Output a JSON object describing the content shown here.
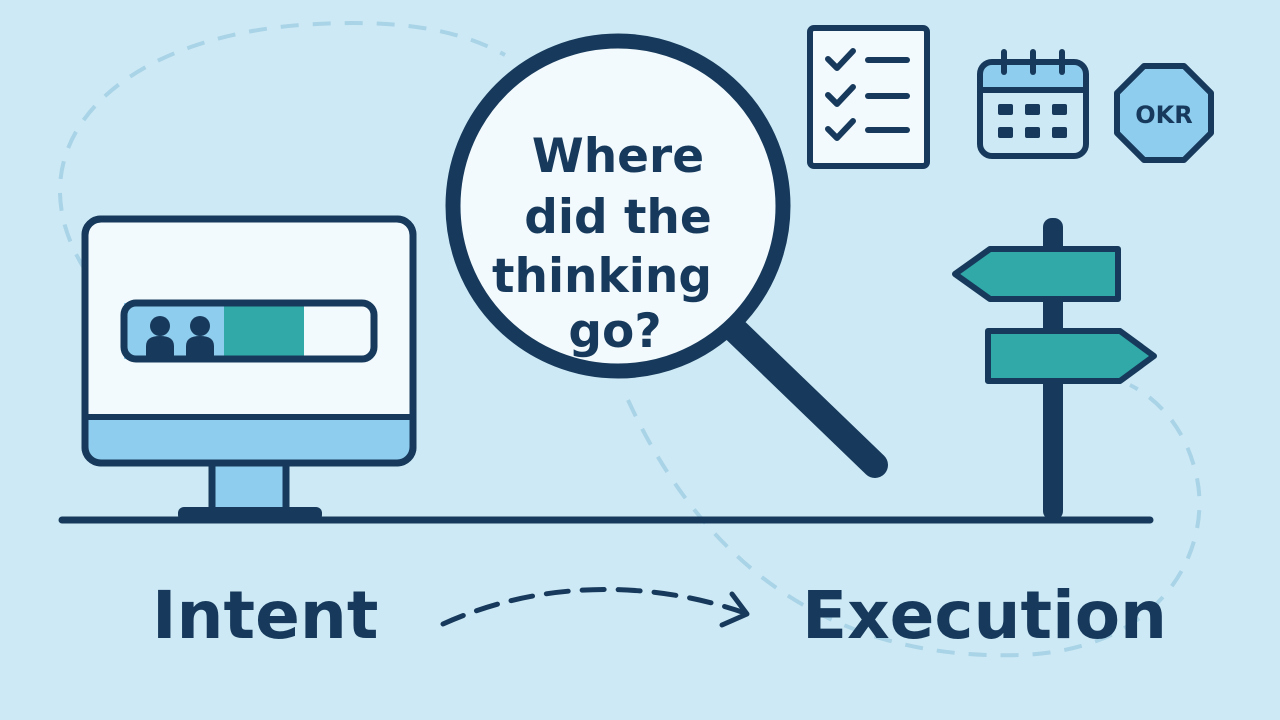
{
  "colors": {
    "background": "#cde9f5",
    "outline": "#173a5c",
    "teal": "#31a9a9",
    "light_blue": "#8fcdee",
    "screen_white": "#f3fafd",
    "dashed_guide": "#a9d3e6"
  },
  "magnifier": {
    "lines": [
      "Where",
      "did the",
      "thinking",
      "go?"
    ]
  },
  "labels": {
    "intent": "Intent",
    "execution": "Execution"
  },
  "badge": {
    "text": "OKR"
  },
  "icons": {
    "monitor": "monitor-icon",
    "people": "people-icon",
    "progress": "progress-bar-icon",
    "magnifier": "magnifying-glass-icon",
    "checklist": "checklist-icon",
    "calendar": "calendar-icon",
    "okr": "octagon-badge-icon",
    "signpost": "signpost-icon",
    "arrow": "dashed-arrow-icon"
  },
  "progress": {
    "fill_fraction": 0.72
  }
}
